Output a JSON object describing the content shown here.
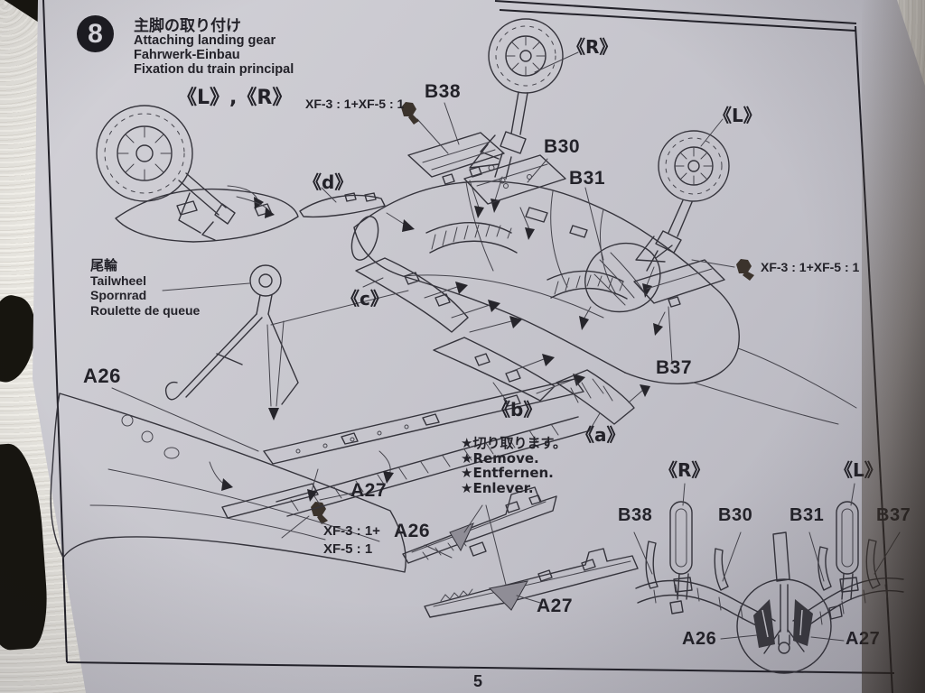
{
  "page": {
    "number": "5"
  },
  "colors": {
    "paper": "#c7c6cd",
    "ink": "#35343c",
    "label": "#232229",
    "shade_gray": "#8f8d96",
    "paint_blob": "#3b332c"
  },
  "header": {
    "step_number": "8",
    "title_ja": "主脚の取り付け",
    "title_en": "Attaching landing gear",
    "title_de": "Fahrwerk-Einbau",
    "title_fr": "Fixation du train principal"
  },
  "inset": {
    "marker": "《L》,《R》"
  },
  "paint_codes": {
    "top": "XF-3 : 1+XF-5 : 1",
    "right": "XF-3 : 1+XF-5 : 1",
    "bottom_line1": "XF-3 : 1+",
    "bottom_line2": "XF-5 : 1"
  },
  "tailwheel_note": {
    "ja": "尾輪",
    "en": "Tailwheel",
    "de": "Spornrad",
    "fr": "Roulette de queue"
  },
  "remove_note": {
    "ja": "★切り取ります。",
    "en": "★Remove.",
    "de": "★Entfernen.",
    "fr": "★Enlever."
  },
  "main_labels": {
    "b38": "B38",
    "b30": "B30",
    "b31": "B31",
    "b37": "B37",
    "marker_r": "《R》",
    "marker_l": "《L》",
    "marker_a": "《a》",
    "marker_b": "《b》",
    "marker_c": "《c》",
    "marker_d": "《d》",
    "a26_wing": "A26",
    "a27_wing": "A27",
    "a26_cut": "A26",
    "a27_cut": "A27"
  },
  "rear_view": {
    "marker_r": "《R》",
    "marker_l": "《L》",
    "b38": "B38",
    "b30": "B30",
    "b31": "B31",
    "b37": "B37",
    "a26": "A26",
    "a27": "A27"
  }
}
